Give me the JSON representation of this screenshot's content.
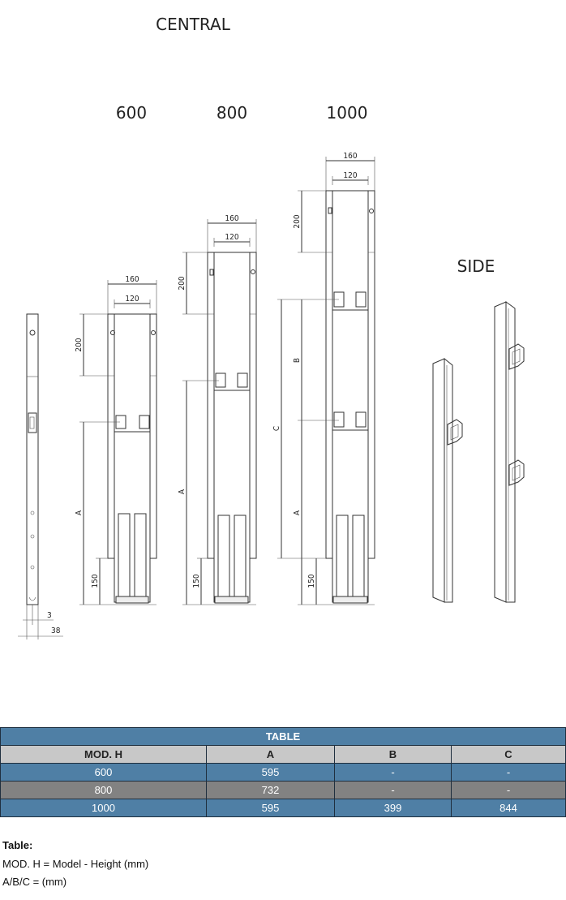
{
  "drawing": {
    "central_title": "CENTRAL",
    "side_title": "SIDE",
    "models": [
      "600",
      "800",
      "1000"
    ],
    "dims": {
      "w160": "160",
      "w120": "120",
      "h200": "200",
      "h150": "150",
      "a": "A",
      "b": "B",
      "c": "C",
      "d3": "3",
      "d38": "38"
    }
  },
  "table": {
    "title": "TABLE",
    "headers": [
      "MOD. H",
      "A",
      "B",
      "C"
    ],
    "rows": [
      [
        "600",
        "595",
        "-",
        "-"
      ],
      [
        "800",
        "732",
        "-",
        "-"
      ],
      [
        "1000",
        "595",
        "399",
        "844"
      ]
    ]
  },
  "notes": {
    "heading": "Table:",
    "line1": "MOD. H = Model - Height (mm)",
    "line2": "A/B/C = (mm)"
  }
}
